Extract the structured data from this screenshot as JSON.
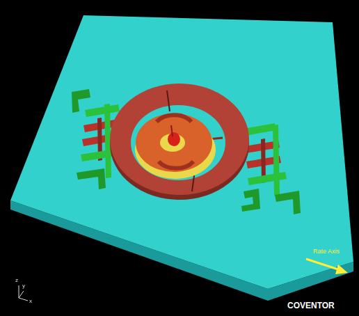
{
  "diagram": {
    "labels": [
      "Rate Axis",
      "COVENTOR",
      "z",
      "y",
      "x"
    ]
  }
}
